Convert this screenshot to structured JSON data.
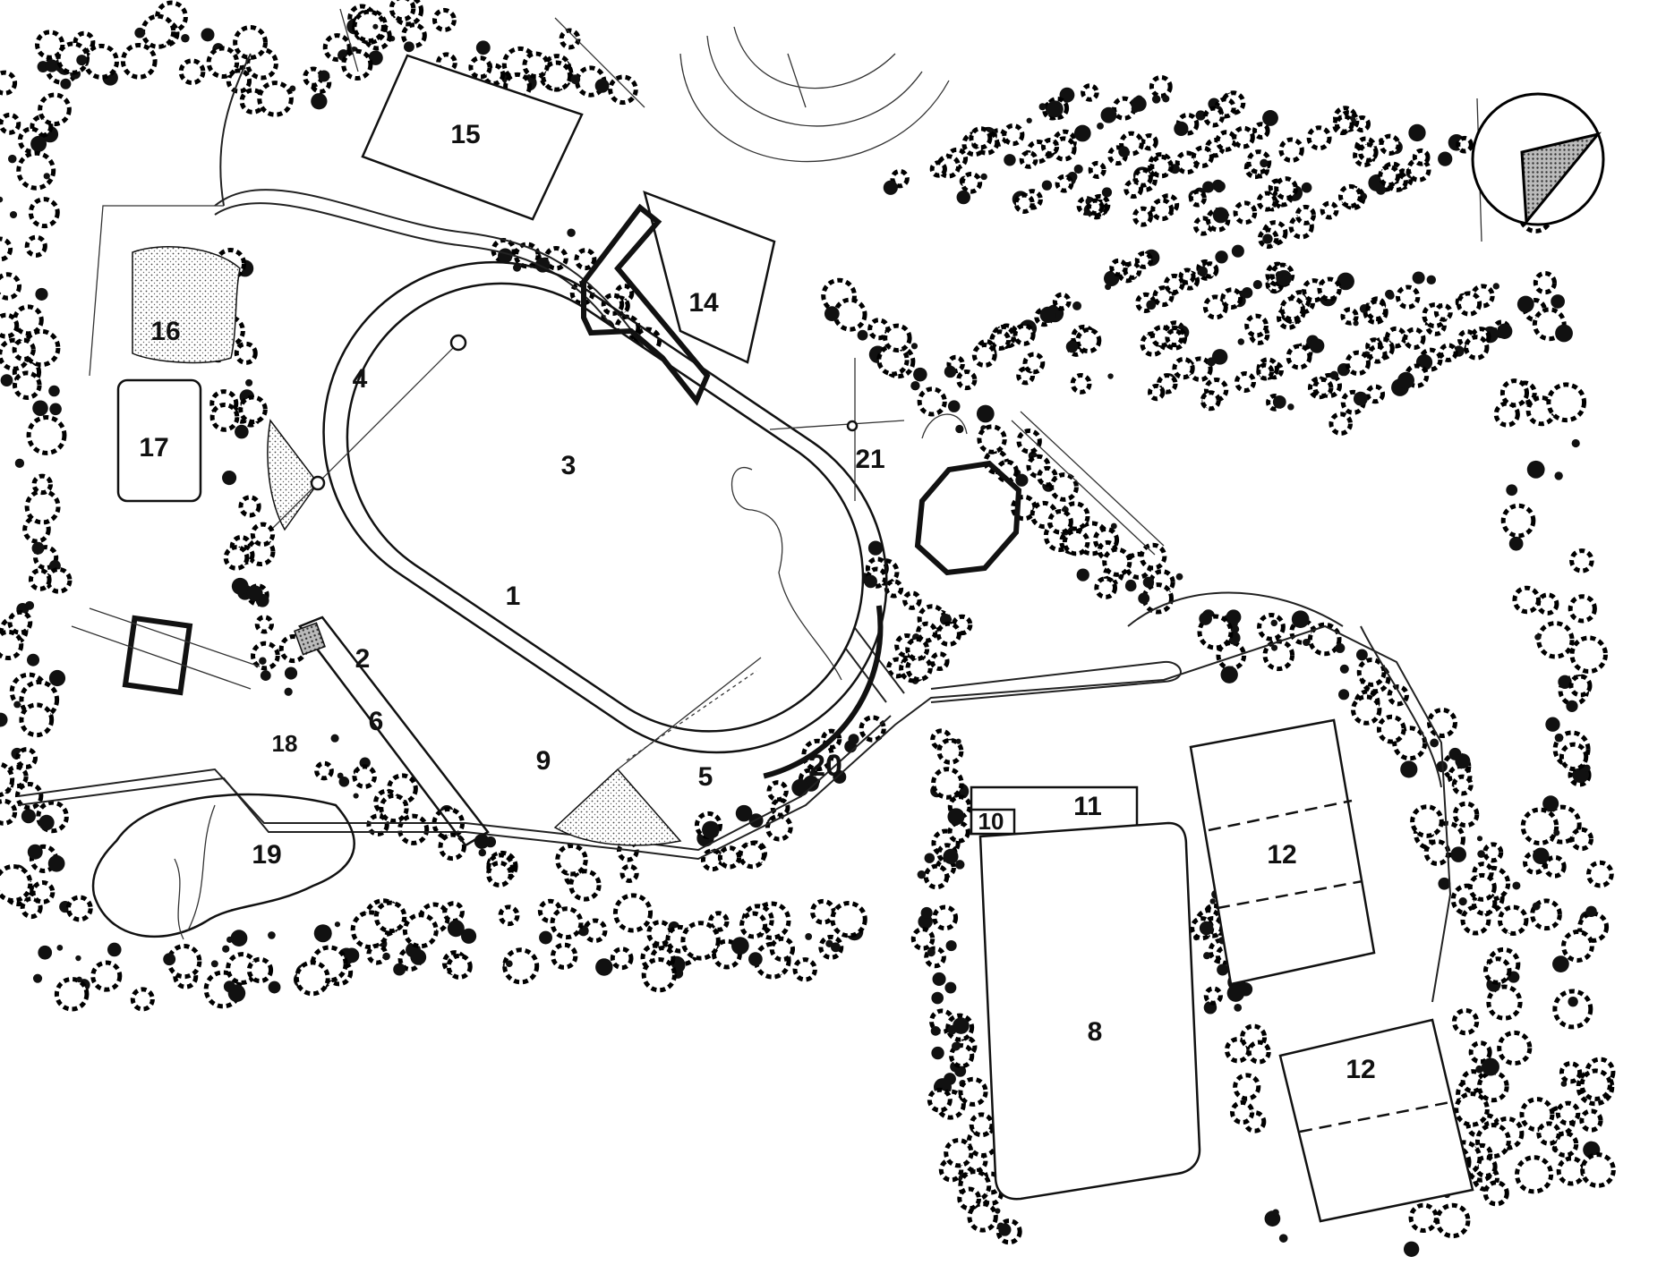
{
  "labels": {
    "main_field": "1",
    "track_side": "2",
    "track_upper": "3",
    "field_corner_north": "4",
    "field_corner_south": "5",
    "strip": "6",
    "big_court_field": "8",
    "field_south": "9",
    "small_building_10": "10",
    "building_11": "11",
    "court_upper": "12",
    "court_lower": "12",
    "building_14": "14",
    "field_15": "15",
    "field_16": "16",
    "field_17": "17",
    "item_18": "18",
    "pond_19": "19",
    "plaza_20": "20",
    "plaza_21": "21"
  },
  "north_arrow": "north-arrow-icon",
  "colors": {
    "ink": "#111111",
    "paper": "#ffffff"
  }
}
